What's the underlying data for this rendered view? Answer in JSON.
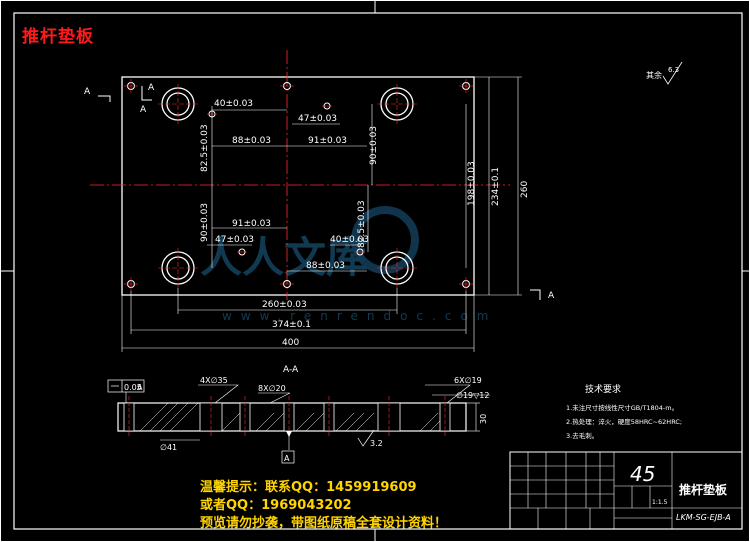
{
  "title": "推杆垫板",
  "dims": {
    "d40": "40±0.03",
    "d47a": "47±0.03",
    "d88a": "88±0.03",
    "d91a": "91±0.03",
    "d825a": "82.5±0.03",
    "d90a": "90±0.03",
    "d198": "198±0.03",
    "d234": "234±0.1",
    "d260v": "260",
    "d90b": "90±0.03",
    "d91b": "91±0.03",
    "d47b": "47±0.03",
    "d825b": "82.5±0.03",
    "d40b": "40±0.03",
    "d88b": "88±0.03",
    "d260h": "260±0.03",
    "d374": "374±0.1",
    "d400": "400"
  },
  "section": {
    "label": "A-A",
    "flatness": "0.05",
    "flat_ref": "A",
    "hole4": "4X∅35",
    "hole8": "8X∅20",
    "hole6": "6X∅19",
    "depth": "∅19▽12",
    "dia41": "∅41",
    "thick": "30",
    "datum": "A",
    "rough": "3.2"
  },
  "section_marks": {
    "a1": "A",
    "a2": "A",
    "a3": "A",
    "a4": "A"
  },
  "roughness_other": "其余",
  "roughness_value": "6.3",
  "tech": {
    "heading": "技术要求",
    "req1": "1.未注尺寸按线性尺寸GB/T1804-m。",
    "req2": "2.热处理：淬火，硬度58HRC~62HRC;",
    "req3": "3.去毛刺。"
  },
  "title_block": {
    "material": "45",
    "name": "推杆垫板",
    "code": "LKM-SG-EJB-A",
    "scale": "1:1.5"
  },
  "watermark": {
    "cn": "人人文库",
    "url": "www.renrendoc.com"
  },
  "notice": {
    "line1": "温馨提示：联系QQ：1459919609",
    "line2": "或者QQ：1969043202",
    "line3": "预览请勿抄袭，带图纸原稿全套设计资料！"
  }
}
